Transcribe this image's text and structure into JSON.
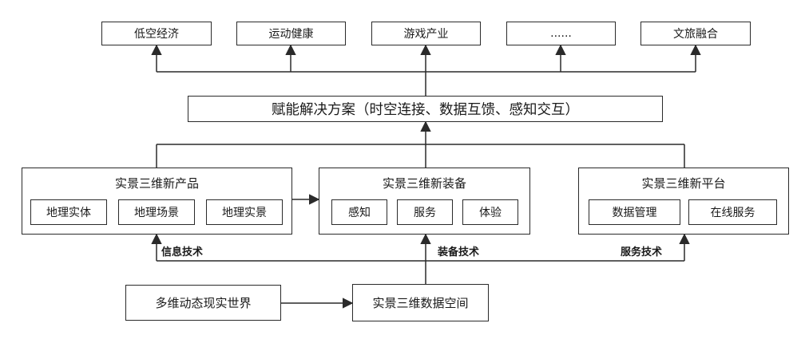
{
  "applications": {
    "items": [
      "低空经济",
      "运动健康",
      "游戏产业",
      "......",
      "文旅融合"
    ]
  },
  "solution": {
    "label": "赋能解决方案（时空连接、数据互馈、感知交互）"
  },
  "groups": {
    "product": {
      "title": "实景三维新产品",
      "items": [
        "地理实体",
        "地理场景",
        "地理实景"
      ]
    },
    "equipment": {
      "title": "实景三维新装备",
      "items": [
        "感知",
        "服务",
        "体验"
      ]
    },
    "platform": {
      "title": "实景三维新平台",
      "items": [
        "数据管理",
        "在线服务"
      ]
    }
  },
  "techs": {
    "info": "信息技术",
    "equipment": "装备技术",
    "service": "服务技术"
  },
  "bottom": {
    "world": "多维动态现实世界",
    "space": "实景三维数据空间"
  },
  "colors": {
    "line": "#2a2a2a",
    "box_border": "#2a2a2a",
    "background": "#ffffff"
  }
}
